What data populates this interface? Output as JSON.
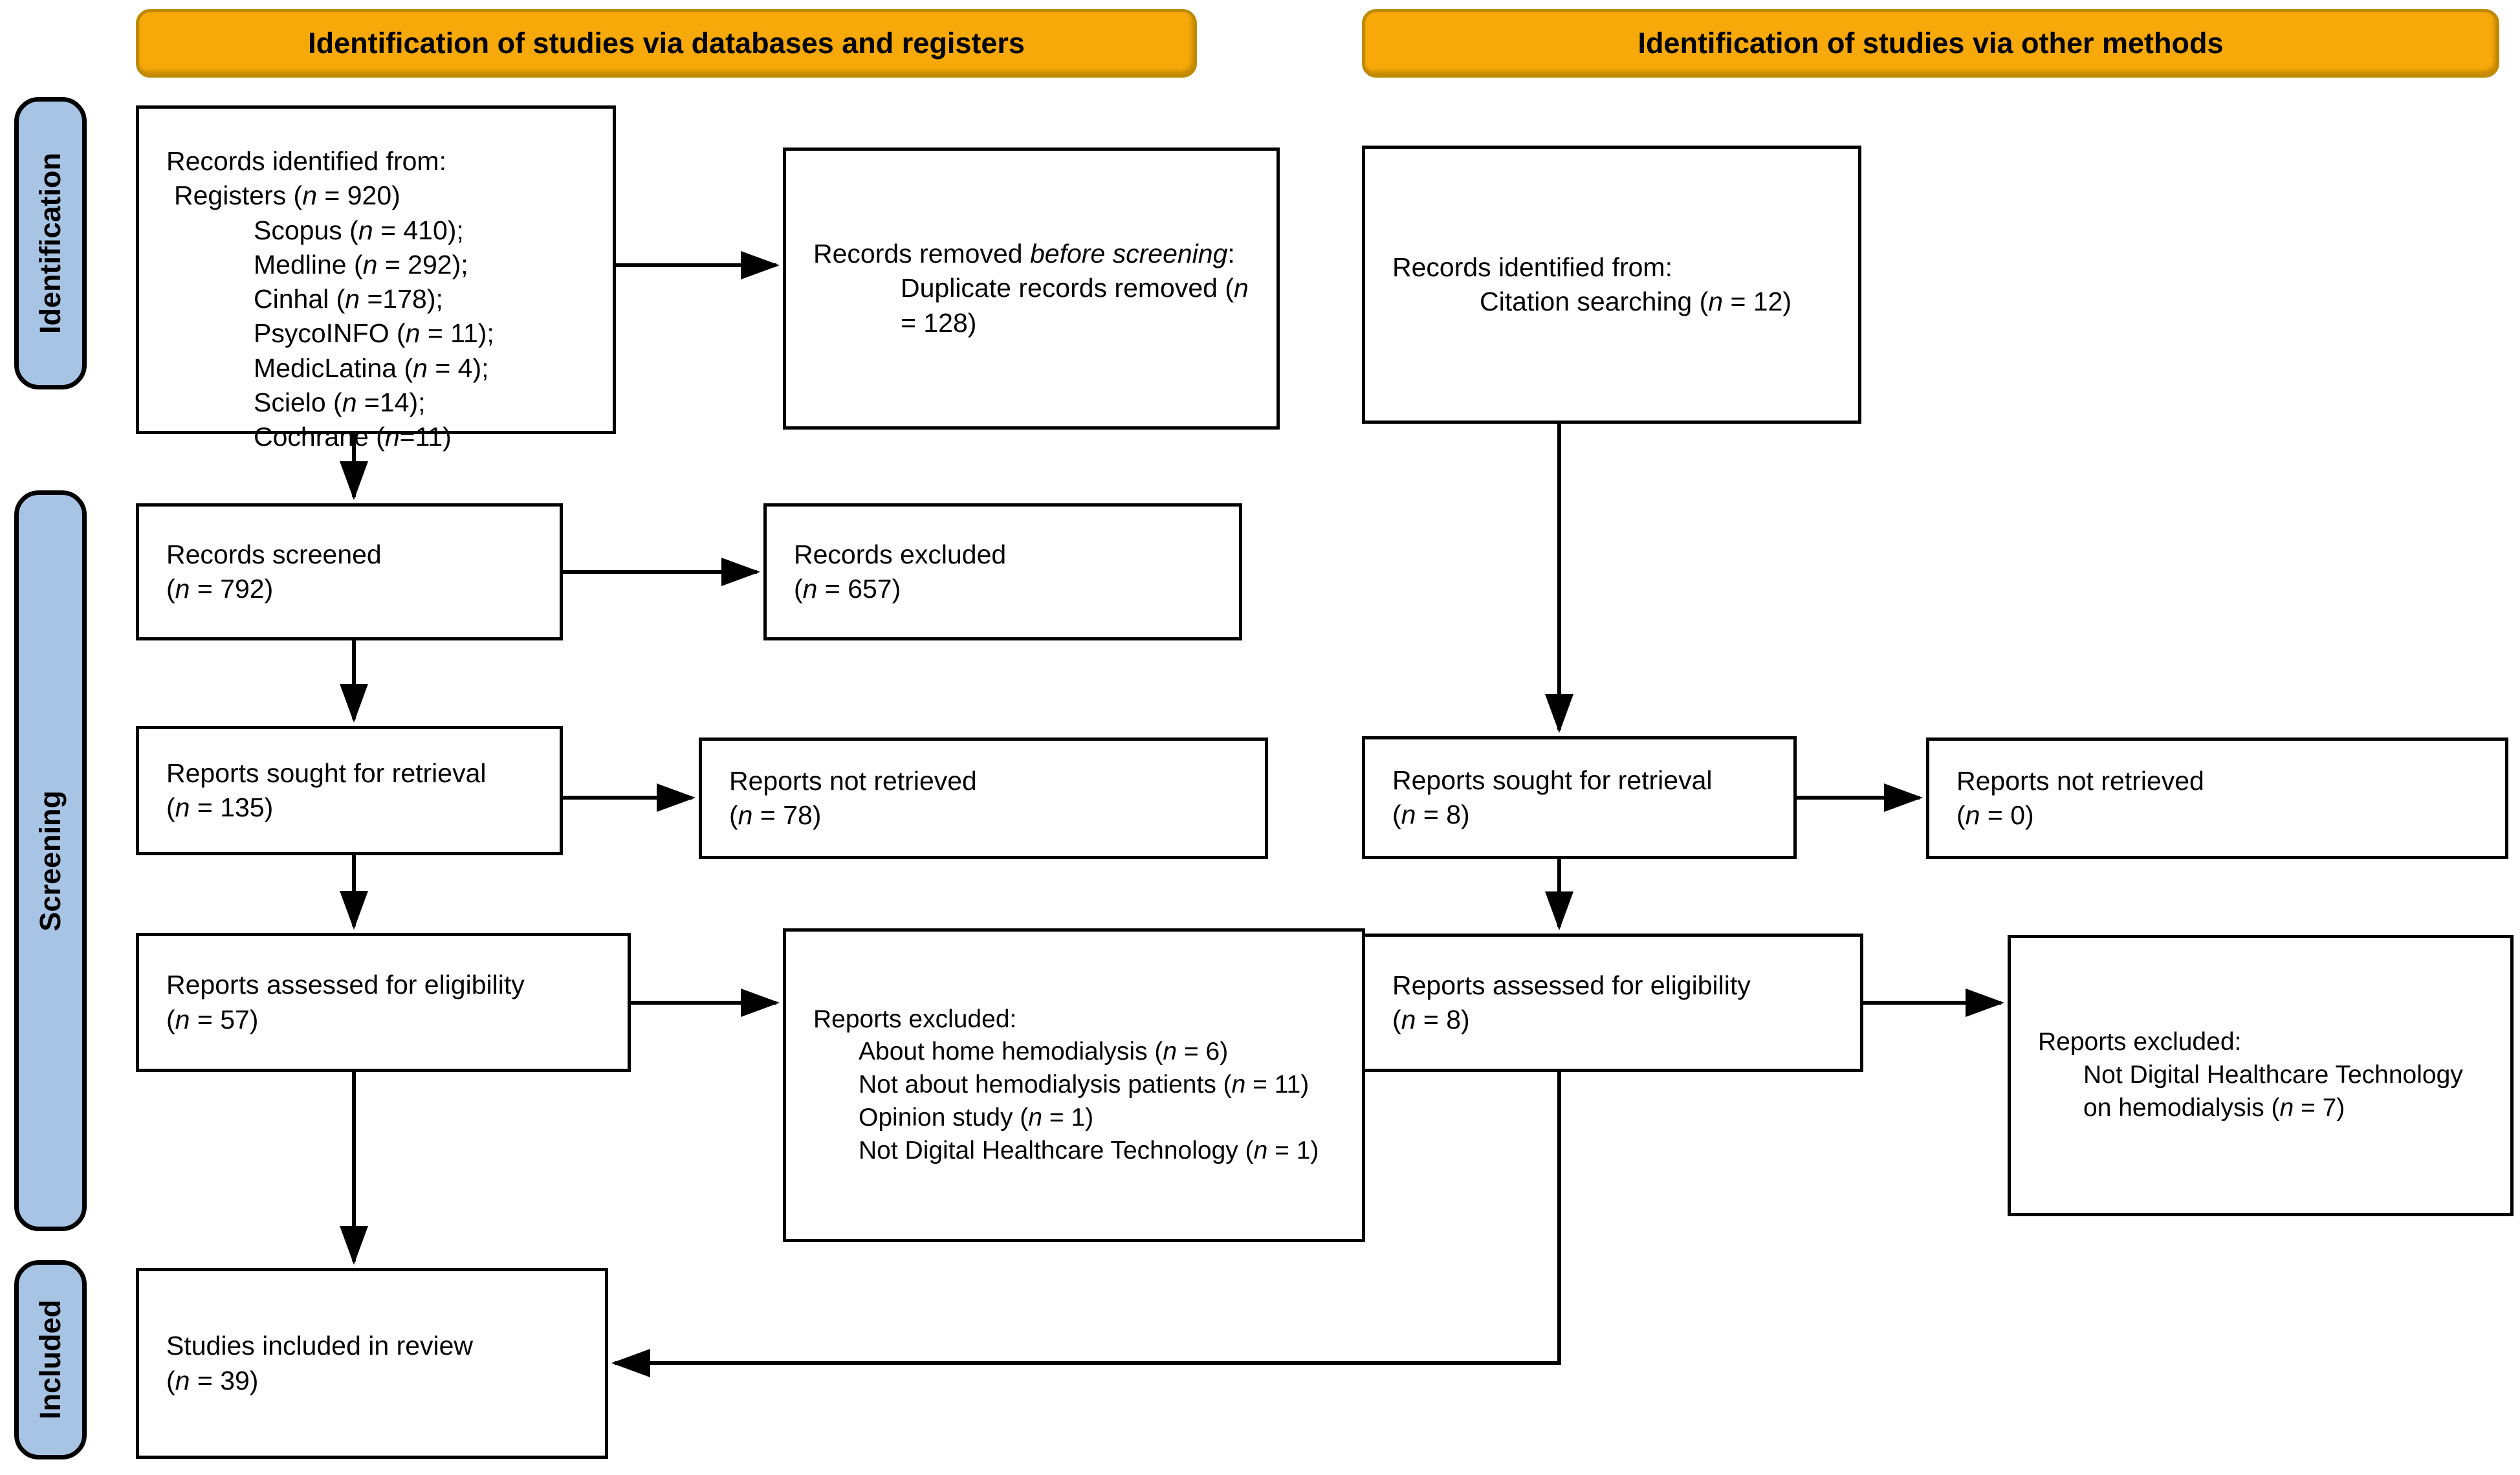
{
  "banners": {
    "left": "Identification of studies via databases and registers",
    "right": "Identification of studies via other methods"
  },
  "stage_labels": {
    "identification": "Identification",
    "screening": "Screening",
    "included": "Included"
  },
  "colors": {
    "banner_fill": "#F6A908",
    "banner_border": "#C08A00",
    "stage_fill": "#A7C4E5"
  },
  "boxes": {
    "records_identified": {
      "lines": [
        "Records identified from:",
        "Registers (n = 920)",
        "Scopus (n = 410);",
        "Medline (n = 292);",
        "Cinhal (n =178);",
        "PsycoINFO (n = 11);",
        "MedicLatina (n = 4);",
        "Scielo (n =14);",
        "Cochrane (n=11)"
      ]
    },
    "records_removed": {
      "pre": "Records removed ",
      "italic": "before screening",
      "post": ":",
      "detail": "Duplicate records removed (n = 128)"
    },
    "citation_records": {
      "line1": "Records identified from:",
      "line2": "Citation searching (n = 12)"
    },
    "records_screened": {
      "line1": "Records screened",
      "line2": "(n = 792)"
    },
    "records_excluded": {
      "line1": "Records excluded",
      "line2": "(n = 657)"
    },
    "reports_sought_db": {
      "line1": "Reports sought for retrieval",
      "line2": "(n = 135)"
    },
    "reports_not_retrieved_db": {
      "line1": "Reports not retrieved",
      "line2": "(n = 78)"
    },
    "reports_sought_other": {
      "line1": "Reports sought for retrieval",
      "line2": "(n = 8)"
    },
    "reports_not_retrieved_other": {
      "line1": "Reports not retrieved",
      "line2": "(n = 0)"
    },
    "reports_assessed_db": {
      "line1": "Reports assessed for eligibility",
      "line2": "(n = 57)"
    },
    "reports_excluded_db": {
      "title": "Reports excluded:",
      "reasons": [
        "About home hemodialysis (n = 6)",
        "Not about hemodialysis patients (n = 11)",
        "Opinion study (n = 1)",
        "Not Digital Healthcare Technology (n = 1)"
      ]
    },
    "reports_assessed_other": {
      "line1": "Reports assessed for eligibility",
      "line2": "(n = 8)"
    },
    "reports_excluded_other": {
      "title": "Reports excluded:",
      "reason": "Not Digital Healthcare Technology on hemodialysis (n = 7)"
    },
    "studies_included": {
      "line1": "Studies included in review",
      "line2": "(n = 39)"
    }
  }
}
